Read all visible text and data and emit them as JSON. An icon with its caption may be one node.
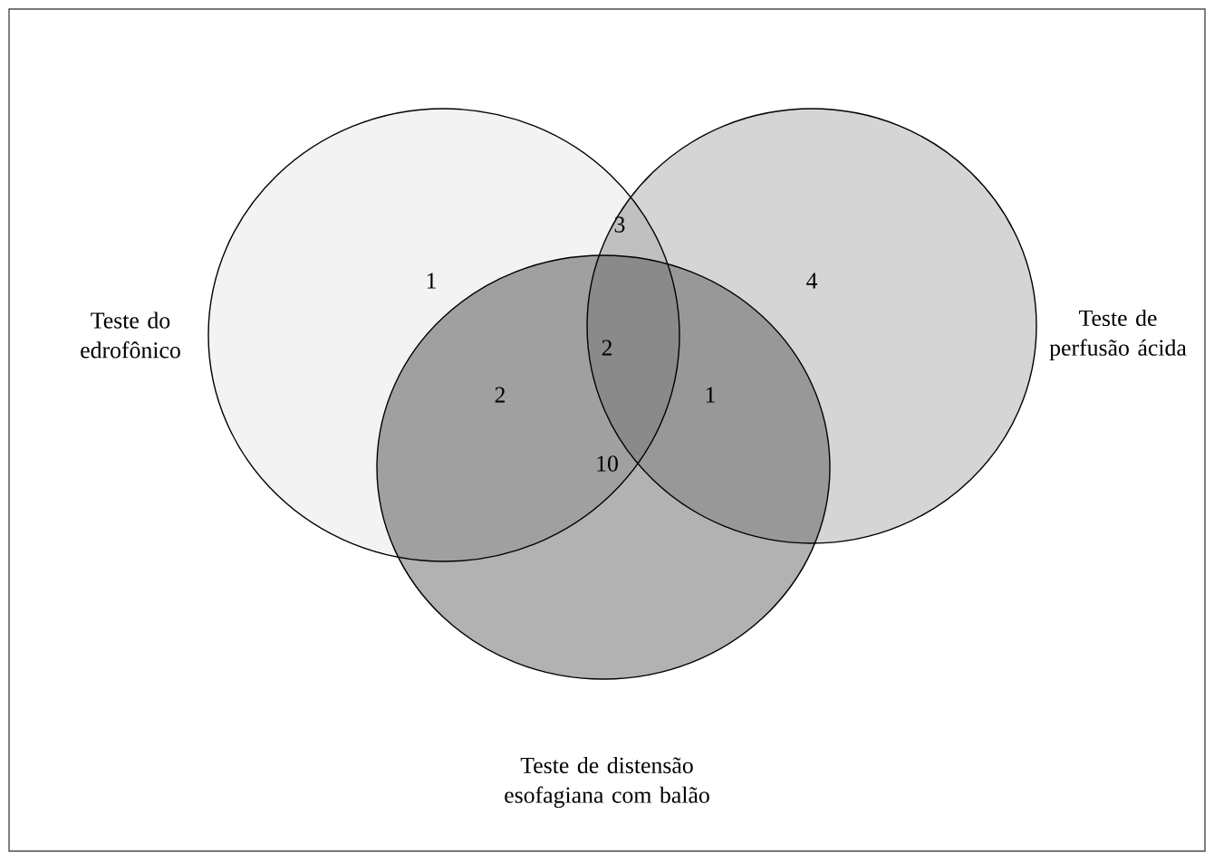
{
  "diagram": {
    "nodes": [
      {
        "text": [
          "Teste do edrofônico"
        ]
      },
      {
        "text": [
          "Teste de perfusão ácida"
        ]
      },
      {
        "text": [
          "Teste de distensão esofagiana com balão"
        ]
      }
    ],
    "labels": [
      "1",
      "3",
      "4",
      "2",
      "2",
      "1",
      "10"
    ]
  }
}
